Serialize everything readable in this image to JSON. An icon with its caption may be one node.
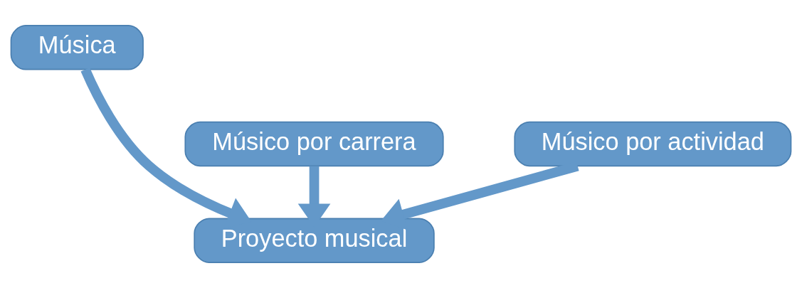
{
  "diagram": {
    "nodes": [
      {
        "text": [
          "Música"
        ]
      },
      {
        "text": [
          "Músico por carrera"
        ]
      },
      {
        "text": [
          "Músico por actividad"
        ]
      },
      {
        "text": [
          "Proyecto musical"
        ]
      }
    ],
    "edges": [
      {
        "from": 1,
        "to": 3,
        "arrow": "to"
      },
      {
        "from": 0,
        "to": 3,
        "arrow": "to"
      },
      {
        "from": 2,
        "to": 3,
        "arrow": "to"
      }
    ]
  }
}
